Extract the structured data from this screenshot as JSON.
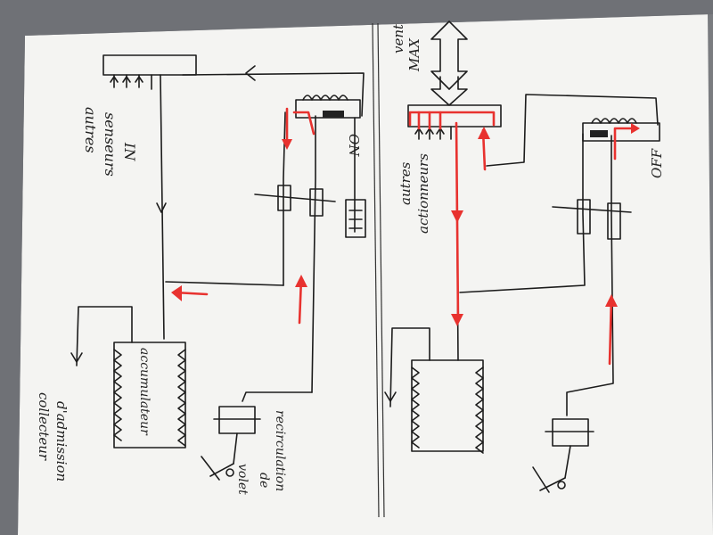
{
  "labels": {
    "autres_senseurs": "autres",
    "senseurs": "senseurs",
    "in": "IN",
    "on": "ON",
    "off": "OFF",
    "vent": "vent",
    "max": "MAX",
    "autres_actionneurs": "autres",
    "actionneurs": "actionneurs",
    "accumulateur": "accumulateur",
    "collecteur": "collecteur",
    "admission": "d'admission",
    "volet": "volet",
    "de": "de",
    "recirculation": "recirculation"
  },
  "colors": {
    "paper": "#f4f4f2",
    "ink": "#1c1c1c",
    "flow": "#e8322f",
    "background": "#7a7c80"
  }
}
